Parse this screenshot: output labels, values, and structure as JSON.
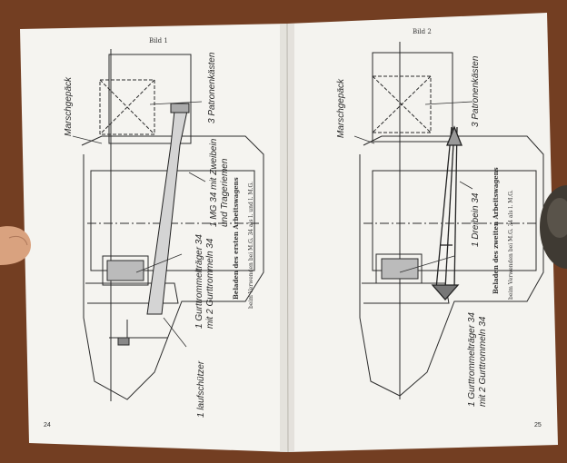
{
  "colors": {
    "table": "#7a4326",
    "paper": "#f4f3ef",
    "ink": "#2a2a2a",
    "thumb": "#d9a27f",
    "weight": "#3f3a33"
  },
  "left_page": {
    "header": "Bild 1",
    "page_number": "24",
    "labels": {
      "pack": "Marschgepäck",
      "ammo_boxes": "3 Patronenkästen",
      "mg": "1 MG 34 mit Zweibein\nund Trageriemen",
      "belt_carrier": "1 Gurttrommelträger 34\nmit 2 Gurttrommeln 34",
      "gunner": "1 laufschützer"
    },
    "caption_title": "Beladen des ersten Arbeitswagens",
    "caption_sub": "beim Verwenden bei M.G. 34 als l. und l. M.G."
  },
  "right_page": {
    "header": "Bild 2",
    "page_number": "25",
    "labels": {
      "pack": "Marschgepäck",
      "ammo_boxes": "3 Patronenkästen",
      "tripod": "1 Dreibein 34",
      "belt_carrier": "1 Gurttrommelträger 34\nmit 2 Gurttrommeln 34"
    },
    "caption_title": "Beladen des zweiten Arbeitswagens",
    "caption_sub": "beim Verwenden bei M.G. 34 als l. M.G."
  }
}
